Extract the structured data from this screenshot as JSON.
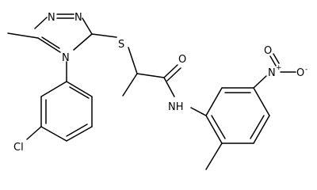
{
  "molecule": {
    "atoms": {
      "n1": "N",
      "n2": "N",
      "n4": "N",
      "s": "S",
      "o_amide": "O",
      "nh": "NH",
      "cl": "Cl",
      "n_nitro": "N",
      "n_nitro_charge": "+",
      "o_nitro_top": "O",
      "o_nitro_right": "O",
      "o_nitro_right_charge": "-"
    }
  }
}
